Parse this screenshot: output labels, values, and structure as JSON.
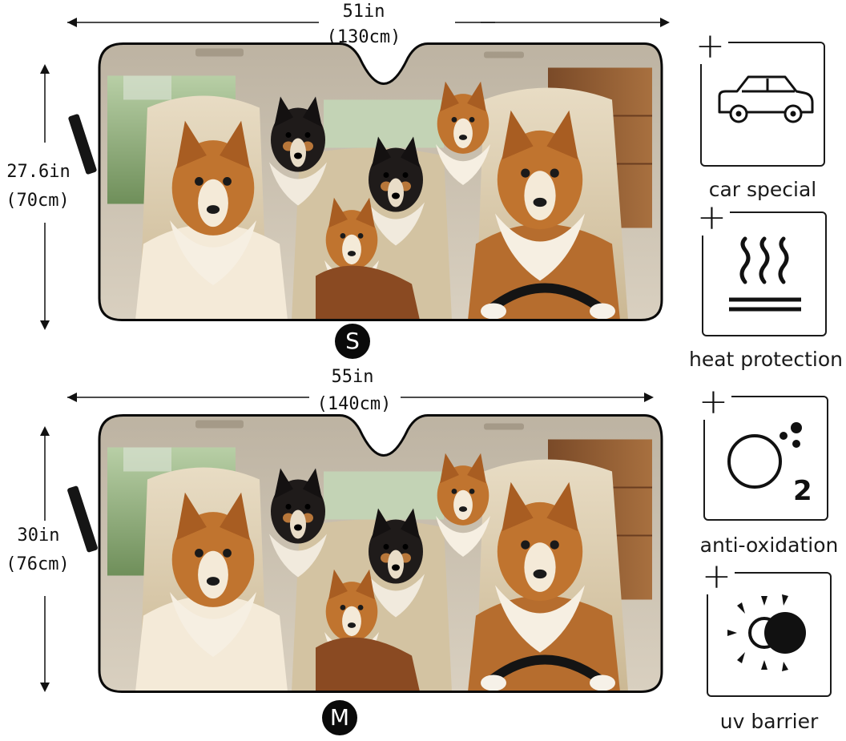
{
  "small": {
    "width_in": "51in",
    "width_cm": "(130cm)",
    "height_in": "27.6in",
    "height_cm": "(70cm)",
    "badge": "S"
  },
  "medium": {
    "width_in": "55in",
    "width_cm": "(140cm)",
    "height_in": "30in",
    "height_cm": "(76cm)",
    "badge": "M"
  },
  "features": [
    {
      "label": "car special",
      "icon": "car-icon"
    },
    {
      "label": "heat protection",
      "icon": "heat-icon"
    },
    {
      "label": "anti-oxidation",
      "icon": "oxygen-icon"
    },
    {
      "label": "uv barrier",
      "icon": "sun-moon-icon"
    }
  ],
  "colors": {
    "interior": "#d8c8a8",
    "window": "#9bb58a",
    "ceiling": "#c9bfae",
    "outline": "#0a0a0a"
  }
}
